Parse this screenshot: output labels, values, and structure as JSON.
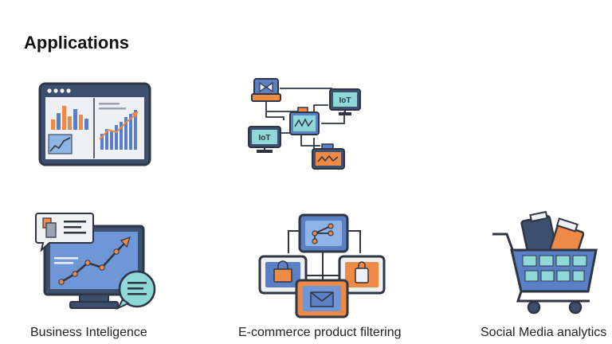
{
  "page": {
    "title": "Applications"
  },
  "colors": {
    "outline": "#2f3542",
    "navy": "#3d4f6e",
    "blue": "#5b7fc4",
    "light_blue": "#8fb4e6",
    "teal": "#6fc7cc",
    "orange": "#ee8a45",
    "light_gray": "#e6e8ec"
  },
  "illustrations": [
    {
      "icon": "dashboard-charts-icon"
    },
    {
      "icon": "iot-network-icon",
      "labels": [
        "IoT",
        "IoT"
      ]
    },
    {
      "icon": "business-intelligence-icon"
    },
    {
      "icon": "product-filter-network-icon"
    },
    {
      "icon": "shopping-cart-icon"
    }
  ],
  "captions": {
    "business_intelligence": "Business Inteligence",
    "ecommerce": "E-commerce product filtering",
    "social_media": "Social Media analytics"
  }
}
